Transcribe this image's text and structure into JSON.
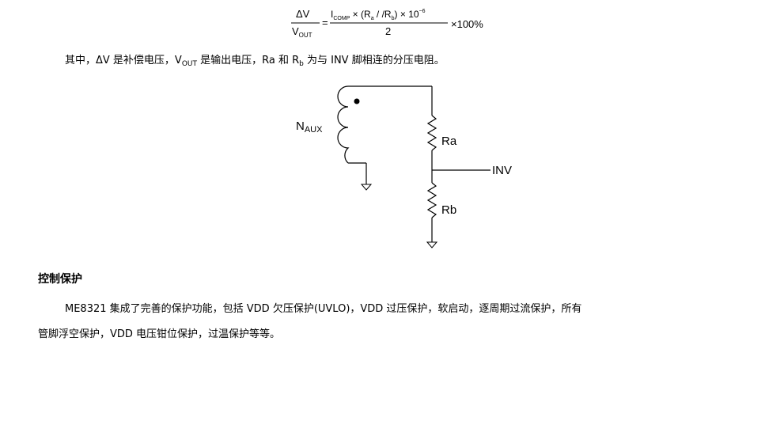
{
  "formula": {
    "lhs_numerator": "ΔV",
    "lhs_denominator": "V",
    "lhs_denominator_sub": "OUT",
    "equals": "=",
    "rhs_numerator": {
      "i": "I",
      "i_sub": "COMP",
      "mid": " × (R",
      "ra_sub": "a",
      "slash": " / /R",
      "rb_sub": "b",
      "tail": ") × 10",
      "exp": "−6"
    },
    "rhs_denominator": "2",
    "tail": "×100%"
  },
  "paragraph1": {
    "t1": "其中，ΔV 是补偿电压，V",
    "sub1": "OUT",
    "t2": " 是输出电压，Ra 和 R",
    "sub2": "b",
    "t3": " 为与 INV 脚相连的分压电阻。"
  },
  "circuit": {
    "winding_label": "N",
    "winding_label_sub": "AUX",
    "resistor_top_label": "Ra",
    "resistor_bottom_label": "Rb",
    "pin_label": "INV"
  },
  "section": {
    "title": "控制保护",
    "paragraph_line1": "ME8321 集成了完善的保护功能，包括 VDD 欠压保护(UVLO)，VDD 过压保护，软启动，逐周期过流保护，所有",
    "paragraph_line2": "管脚浮空保护，VDD 电压钳位保护，过温保护等等。"
  }
}
